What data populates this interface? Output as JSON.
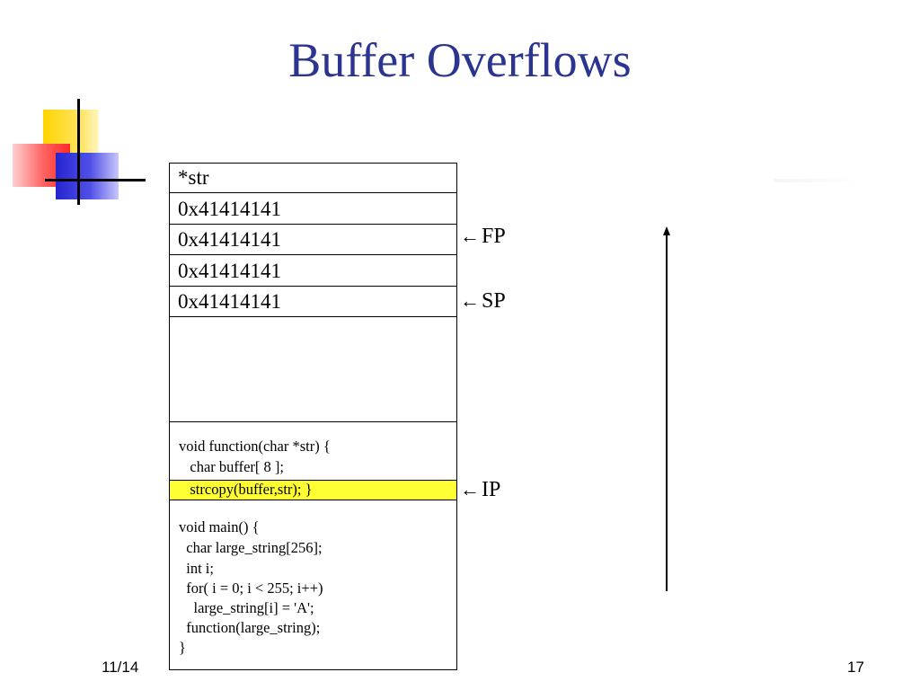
{
  "title": "Buffer Overflows",
  "stack": {
    "header": "*str",
    "slots": [
      "0x41414141",
      "0x41414141",
      "0x41414141",
      "0x41414141"
    ]
  },
  "code": {
    "lines": [
      "void function(char *str) {",
      "   char buffer[ 8 ];",
      "   strcopy(buffer,str); }",
      "",
      "void main() {",
      "  char large_string[256];",
      "  int i;",
      "  for( i = 0; i < 255; i++)",
      "    large_string[i] = 'A';",
      "  function(large_string);",
      "}"
    ],
    "highlight_index": 2
  },
  "pointers": {
    "arrow": "←",
    "fp": "FP",
    "sp": "SP",
    "ip": "IP"
  },
  "footer": {
    "date": "11/14",
    "page": "17"
  },
  "colors": {
    "title": "#2b3590",
    "highlight": "#ffff33",
    "logo_yellow": "#ffd400",
    "logo_red": "#ff3b3b",
    "logo_blue": "#2f2fd8"
  },
  "icons": [
    "slide-logo-icon",
    "up-arrow-icon"
  ]
}
